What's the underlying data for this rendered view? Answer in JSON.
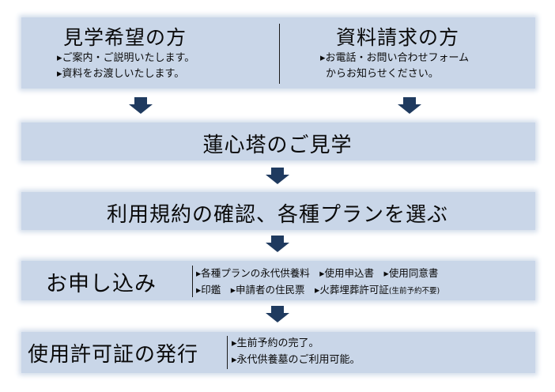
{
  "visit": {
    "title": "見学希望の方",
    "lines": [
      "▸ご案内・ご説明いたします。",
      "▸資料をお渡しいたします。"
    ]
  },
  "docs": {
    "title": "資料請求の方",
    "lines": [
      "▸お電話・お問い合わせフォーム",
      "からお知らせください。"
    ]
  },
  "step_tour": "蓮心塔のご見学",
  "step_plan": "利用規約の確認、各種プランを選ぶ",
  "apply": {
    "title": "お申し込み",
    "line1": "▸各種プランの永代供養料　▸使用申込書　▸使用同意書",
    "line2_main": "▸印鑑　▸申請者の住民票　▸火葬埋葬許可証",
    "line2_note": "(生前予約不要)"
  },
  "issue": {
    "title": "使用許可証の発行",
    "lines": [
      "▸生前予約の完了。",
      "▸永代供養墓のご利用可能。"
    ]
  },
  "colors": {
    "box": "#c9d6e8",
    "arrow": "#1f3a5f"
  }
}
